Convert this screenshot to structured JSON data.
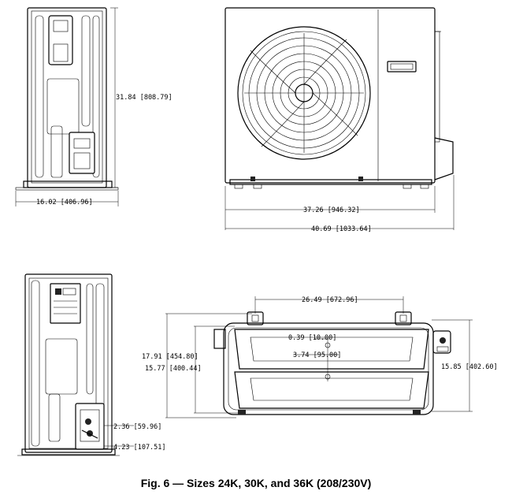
{
  "caption": "Fig. 6 — Sizes 24K, 30K, and 36K (208/230V)",
  "dimensions": {
    "side_height": "31.84 [808.79]",
    "side_width": "16.02 [406.96]",
    "front_width_body": "37.26 [946.32]",
    "front_width_overall": "40.69 [1033.64]",
    "base_mount_spacing": "26.49 [672.96]",
    "base_depth_overall": "17.91 [454.80]",
    "base_depth_feet": "15.77 [400.44]",
    "base_depth_right": "15.85 [402.60]",
    "offset_small": "0.39 [10.00]",
    "offset_center": "3.74 [95.00]",
    "port_upper": "2.36 [59.96]",
    "port_lower": "4.23 [107.51]"
  }
}
